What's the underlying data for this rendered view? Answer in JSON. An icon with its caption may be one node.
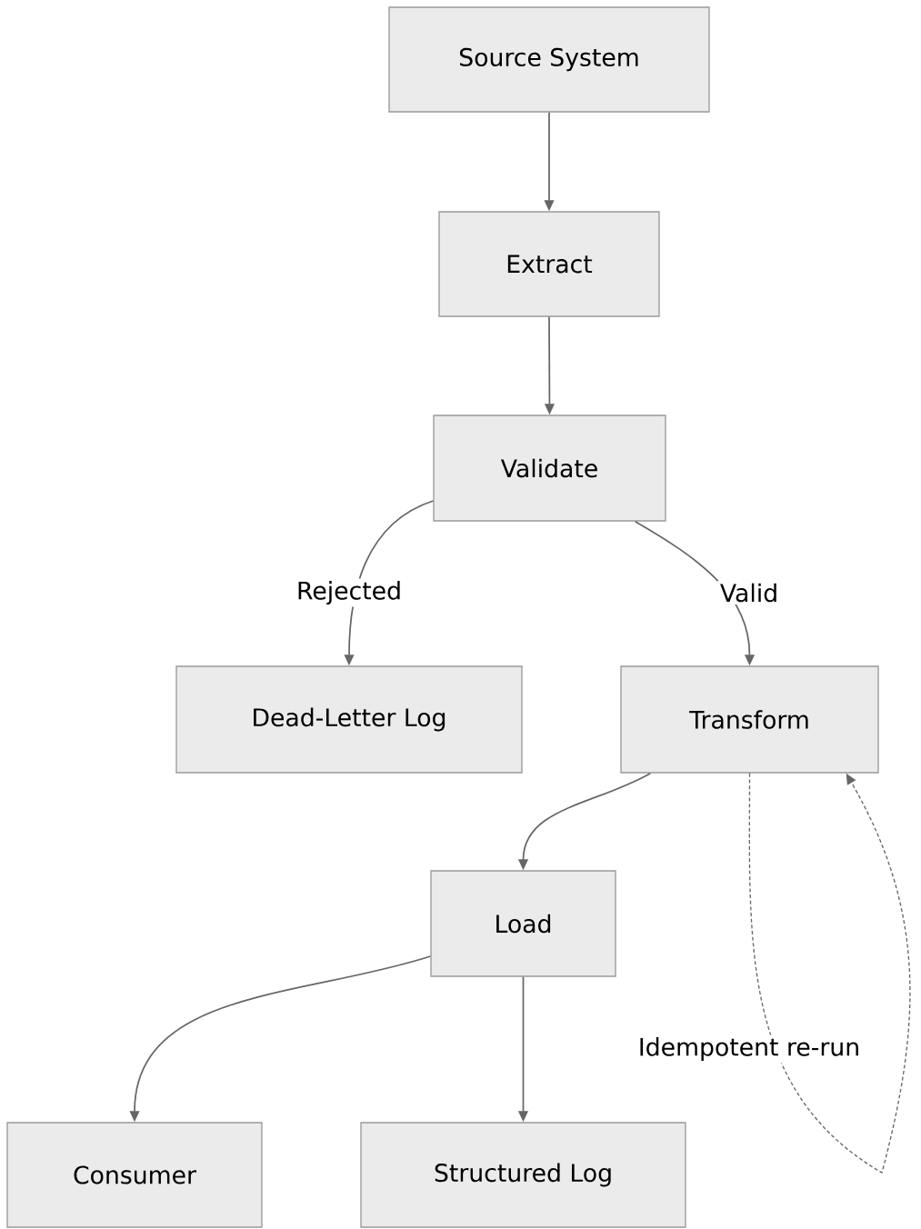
{
  "diagram": {
    "nodes": [
      {
        "text": [
          "Source System"
        ]
      },
      {
        "text": [
          "Extract"
        ]
      },
      {
        "text": [
          "Validate"
        ]
      },
      {
        "text": [
          "Dead-Letter Log"
        ]
      },
      {
        "text": [
          "Transform"
        ]
      },
      {
        "text": [
          "Load"
        ]
      },
      {
        "text": [
          "Consumer"
        ]
      },
      {
        "text": [
          "Structured Log"
        ]
      }
    ],
    "edges": [
      {
        "from": 0,
        "to": 1,
        "arrow": "to"
      },
      {
        "from": 1,
        "to": 2,
        "arrow": "to"
      },
      {
        "from": 2,
        "to": 3,
        "arrow": "to",
        "label": "Rejected"
      },
      {
        "from": 2,
        "to": 4,
        "arrow": "to",
        "label": "Valid"
      },
      {
        "from": 4,
        "to": 5,
        "arrow": "to"
      },
      {
        "from": 5,
        "to": 6,
        "arrow": "to"
      },
      {
        "from": 5,
        "to": 7,
        "arrow": "to"
      },
      {
        "from": 4,
        "to": 4,
        "arrow": "to",
        "style": "dashed",
        "label": "Idempotent re-run"
      }
    ]
  }
}
